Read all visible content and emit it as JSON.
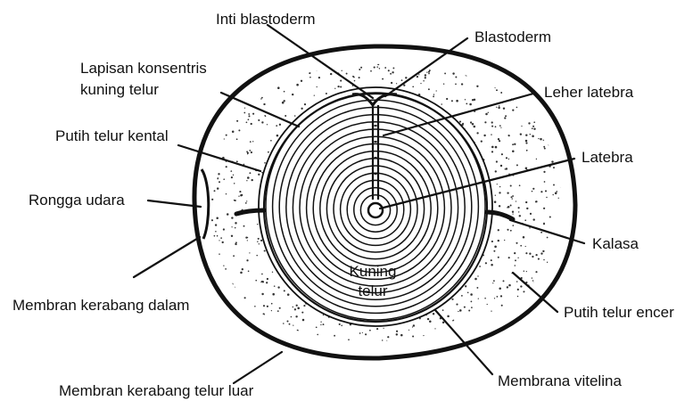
{
  "labels": {
    "inti_blastoderm": "Inti blastoderm",
    "blastoderm": "Blastoderm",
    "lapisan_1": "Lapisan konsentris",
    "lapisan_2": "kuning telur",
    "leher_latebra": "Leher latebra",
    "putih_telur_kental": "Putih telur kental",
    "latebra": "Latebra",
    "rongga_udara": "Rongga udara",
    "kalasa": "Kalasa",
    "kuning_1": "Kuning",
    "kuning_2": "telur",
    "membran_dalam": "Membran kerabang dalam",
    "putih_telur_encer": "Putih telur encer",
    "membrana_vitelina": "Membrana vitelina",
    "membran_luar": "Membran kerabang telur luar"
  },
  "colors": {
    "ink": "#111111",
    "background": "#ffffff"
  }
}
